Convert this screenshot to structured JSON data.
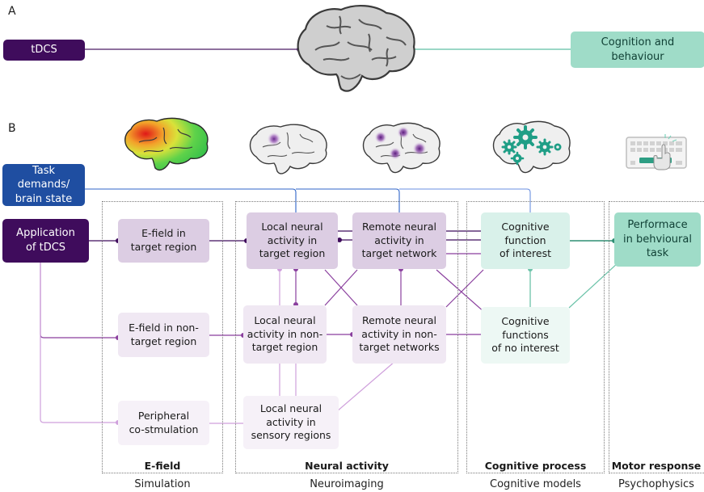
{
  "panel_a": {
    "letter": "A",
    "tdcs_label": "tDCS",
    "outcome_label": "Cognition and\nbehaviour",
    "colors": {
      "tdcs": "#3f0c5c",
      "outcome": "#9fdcc8",
      "link_left": "#4a1a63",
      "link_right": "#5fbfa4"
    }
  },
  "panel_b": {
    "letter": "B",
    "inputs": {
      "task": "Task demands/\nbrain state",
      "application": "Application\nof tDCS"
    },
    "boxes": {
      "efield_target": "E-field in\ntarget region",
      "efield_nontarget": "E-field in non-\ntarget region",
      "peripheral": "Peripheral\nco-stmulation",
      "local_target": "Local neural\nactivity in\ntarget region",
      "remote_target": "Remote neural\nactivity in\ntarget network",
      "local_nontarget": "Local neural\nactivity in non-\ntarget region",
      "remote_nontarget": "Remote neural\nactivity in non-\ntarget networks",
      "local_sensory": "Local neural\nactivity in\nsensory regions",
      "cog_interest": "Cognitive\nfunction\nof interest",
      "cog_nointerest": "Cognitive\nfunctions\nof no interest",
      "performance": "Performace\nin behvioural\ntask"
    },
    "columns": [
      {
        "title": "E-field",
        "subtitle": "Simulation"
      },
      {
        "title": "Neural activity",
        "subtitle": "Neuroimaging"
      },
      {
        "title": "Cognitive process",
        "subtitle": "Cognitive models"
      },
      {
        "title": "Motor response",
        "subtitle": "Psychophysics"
      }
    ],
    "icons": [
      "efield-heatmap-brain-icon",
      "local-activity-brain-icon",
      "network-activity-brain-icon",
      "cognitive-gears-brain-icon",
      "keyboard-press-icon"
    ],
    "colors": {
      "dark": "#3f0c5c",
      "mid": "#8a3f9e",
      "light": "#cf9fdc",
      "blue": "#2f64c8",
      "green": "#2e8f73",
      "green_light": "#6cc3a9"
    }
  }
}
